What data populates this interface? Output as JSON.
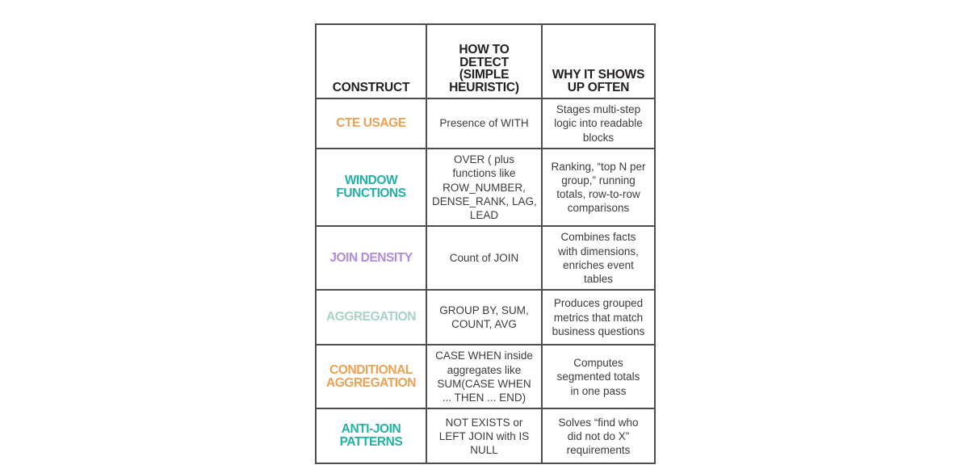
{
  "page": {
    "background_color": "#ffffff",
    "border_color": "#4d4d4d",
    "body_text_color": "#3b3b3b",
    "header_text_color": "#231f20"
  },
  "table": {
    "headers": [
      {
        "id": "construct",
        "lines": [
          "CONSTRUCT"
        ]
      },
      {
        "id": "how-to-detect",
        "lines": [
          "HOW TO",
          "DETECT",
          "(SIMPLE",
          "HEURISTIC)"
        ]
      },
      {
        "id": "why-it-shows-up-often",
        "lines": [
          "WHY IT SHOWS",
          "UP OFTEN"
        ]
      }
    ],
    "palette": {
      "orange": "#eda052",
      "teal": "#21b2a6",
      "purple": "#b18ae0",
      "mint": "#a8d2c2"
    },
    "rows": [
      {
        "construct_lines": [
          "CTE USAGE"
        ],
        "construct_color": "#eda052",
        "detect_lines": [
          "Presence of WITH"
        ],
        "why_lines": [
          "Stages multi-step",
          "logic into readable",
          "blocks"
        ]
      },
      {
        "construct_lines": [
          "WINDOW",
          "FUNCTIONS"
        ],
        "construct_color": "#21b2a6",
        "detect_lines": [
          "OVER ( plus",
          "functions like",
          "ROW_NUMBER,",
          "DENSE_RANK, LAG,",
          "LEAD"
        ],
        "why_lines": [
          "Ranking, “top N per",
          "group,” running",
          "totals, row-to-row",
          "comparisons"
        ]
      },
      {
        "construct_lines": [
          "JOIN DENSITY"
        ],
        "construct_color": "#b18ae0",
        "detect_lines": [
          "Count of JOIN"
        ],
        "why_lines": [
          "Combines facts",
          "with dimensions,",
          "enriches event",
          "tables"
        ]
      },
      {
        "construct_lines": [
          "AGGREGATION"
        ],
        "construct_color": "#a8d2c2",
        "detect_lines": [
          "GROUP BY, SUM,",
          "COUNT, AVG"
        ],
        "why_lines": [
          "Produces grouped",
          "metrics that match",
          "business questions"
        ]
      },
      {
        "construct_lines": [
          "CONDITIONAL",
          "AGGREGATION"
        ],
        "construct_color": "#eda052",
        "detect_lines": [
          "CASE WHEN inside",
          "aggregates like",
          "SUM(CASE WHEN",
          "... THEN ... END)"
        ],
        "why_lines": [
          "Computes",
          "segmented totals",
          "in one pass"
        ]
      },
      {
        "construct_lines": [
          "ANTI-JOIN",
          "PATTERNS"
        ],
        "construct_color": "#21b2a6",
        "detect_lines": [
          "NOT EXISTS or",
          "LEFT JOIN with IS",
          "NULL"
        ],
        "why_lines": [
          "Solves “find who",
          "did not do X”",
          "requirements"
        ]
      }
    ]
  }
}
